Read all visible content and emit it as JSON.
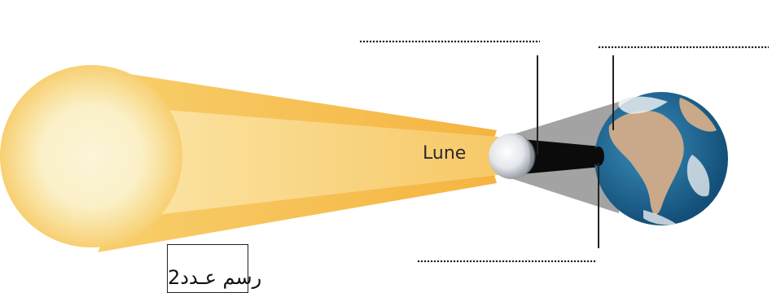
{
  "moon_label": "Lune",
  "figure_caption": "رسم عـدد2",
  "colors": {
    "sun_core": "#fbf2cc",
    "sun_glow": "#f9d87a",
    "light_beam": "#f7c257",
    "umbra": "#0b0b0b",
    "penumbra": "#9b9b9b",
    "ocean": "#1f6f9c",
    "land": "#c9a98a",
    "leader_line": "#222222"
  },
  "blank_labels": [
    "top-center-blank",
    "top-right-blank",
    "bottom-blank"
  ]
}
